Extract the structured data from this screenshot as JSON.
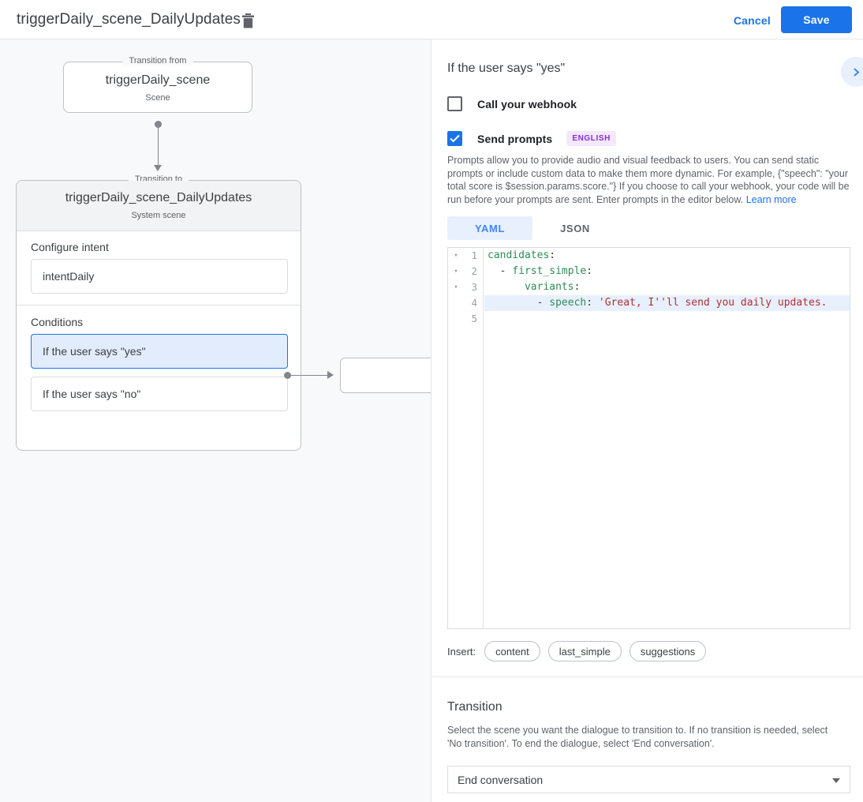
{
  "topbar": {
    "title": "triggerDaily_scene_DailyUpdates",
    "delete_icon": "trash-icon",
    "cancel_label": "Cancel",
    "save_label": "Save",
    "accent_color": "#1a73e8"
  },
  "canvas": {
    "from_node": {
      "legend": "Transition from",
      "title": "triggerDaily_scene",
      "subtitle": "Scene"
    },
    "to_node": {
      "legend": "Transition to",
      "title": "triggerDaily_scene_DailyUpdates",
      "subtitle": "System scene",
      "intent_section_label": "Configure intent",
      "intent_value": "intentDaily",
      "conditions_section_label": "Conditions",
      "conditions": [
        {
          "label": "If the user says \"yes\"",
          "selected": true
        },
        {
          "label": "If the user says \"no\"",
          "selected": false
        }
      ]
    }
  },
  "right_panel": {
    "title": "If the user says \"yes\"",
    "expand_icon": "chevron-right-icon",
    "webhook": {
      "label": "Call your webhook",
      "checked": false
    },
    "prompts": {
      "label": "Send prompts",
      "checked": true,
      "language_badge": "ENGLISH",
      "description": "Prompts allow you to provide audio and visual feedback to users. You can send static prompts or include custom data to make them more dynamic. For example, {\"speech\": \"your total score is $session.params.score.\"} If you choose to call your webhook, your code will be run before your prompts are sent. Enter prompts in the editor below.",
      "learn_more_label": "Learn more"
    },
    "editor": {
      "tabs": [
        {
          "label": "YAML",
          "active": true
        },
        {
          "label": "JSON",
          "active": false
        }
      ],
      "lines": [
        {
          "num": "1",
          "fold": "▾",
          "highlight": false,
          "tokens": [
            {
              "t": "candidates",
              "c": "k"
            },
            {
              "t": ":",
              "c": "p"
            }
          ]
        },
        {
          "num": "2",
          "fold": "▾",
          "highlight": false,
          "tokens": [
            {
              "t": "  - ",
              "c": "p"
            },
            {
              "t": "first_simple",
              "c": "k"
            },
            {
              "t": ":",
              "c": "p"
            }
          ]
        },
        {
          "num": "3",
          "fold": "▾",
          "highlight": false,
          "tokens": [
            {
              "t": "      ",
              "c": "p"
            },
            {
              "t": "variants",
              "c": "k"
            },
            {
              "t": ":",
              "c": "p"
            }
          ]
        },
        {
          "num": "4",
          "fold": "",
          "highlight": true,
          "tokens": [
            {
              "t": "        - ",
              "c": "p"
            },
            {
              "t": "speech",
              "c": "k"
            },
            {
              "t": ": ",
              "c": "p"
            },
            {
              "t": "'Great, I''ll send you daily updates.",
              "c": "s"
            }
          ]
        },
        {
          "num": "5",
          "fold": "",
          "highlight": false,
          "tokens": []
        }
      ]
    },
    "insert": {
      "label": "Insert:",
      "chips": [
        "content",
        "last_simple",
        "suggestions"
      ]
    },
    "transition": {
      "title": "Transition",
      "description": "Select the scene you want the dialogue to transition to. If no transition is needed, select 'No transition'. To end the dialogue, select 'End conversation'.",
      "selected_value": "End conversation",
      "caret_icon": "chevron-down-icon"
    }
  }
}
